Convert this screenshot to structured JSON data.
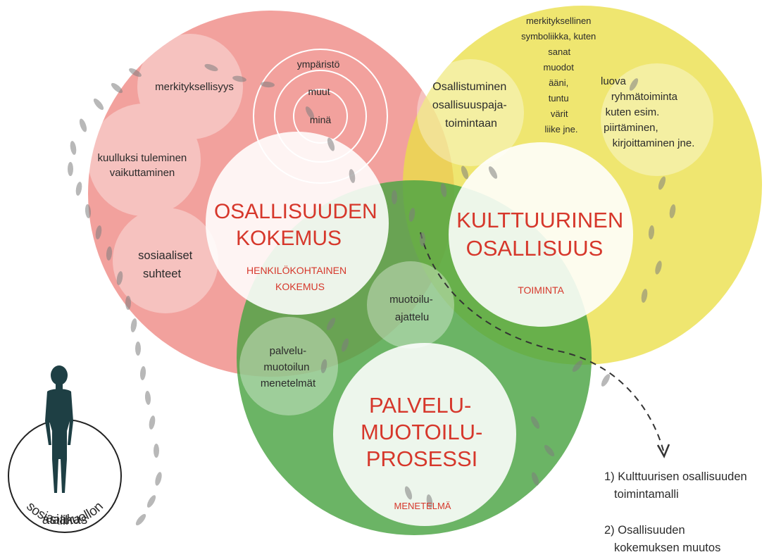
{
  "diagram": {
    "main_circles": [
      {
        "title": [
          "OSALLISUUDEN",
          "KOKEMUS"
        ],
        "subtitle": [
          "HENKILÖKOHTAINEN",
          "KOKEMUS"
        ],
        "color": "#ee8782"
      },
      {
        "title": [
          "KULTTUURINEN",
          "OSALLISUUS"
        ],
        "subtitle": [
          "TOIMINTA"
        ],
        "color": "#eadf48"
      },
      {
        "title": [
          "PALVELU-",
          "MUOTOILU-",
          "PROSESSI"
        ],
        "subtitle": [
          "MENETELMÄ"
        ],
        "color": "#4aa343"
      }
    ],
    "sub_circles": {
      "merkityksellisyys": [
        "merkityksellisyys"
      ],
      "kuulluksi": [
        "kuulluksi tuleminen",
        "vaikuttaminen"
      ],
      "sosiaaliset": [
        "sosiaaliset",
        "suhteet"
      ],
      "osallistuminen": [
        "Osallistuminen",
        "osallisuuspaja-",
        "toimintaan"
      ],
      "luova": [
        "luova",
        "ryhmätoiminta",
        "kuten esim.",
        "piirtäminen,",
        "kirjoittaminen jne."
      ],
      "muotoilu": [
        "muotoilu-",
        "ajattelu"
      ],
      "palvelu": [
        "palvelu-",
        "muotoilun",
        "menetelmät"
      ]
    },
    "rings": [
      "ympäristö",
      "muut",
      "minä"
    ],
    "symbolics": [
      "merkityksellinen",
      "symboliikka, kuten",
      "sanat",
      "muodot",
      "ääni,",
      "tuntu",
      "värit",
      "liike jne."
    ],
    "client": [
      "sosiaalihuollon",
      "asiakas"
    ],
    "outcomes": [
      [
        "1) Kulttuurisen osallisuuden",
        "toimintamalli"
      ],
      [
        "2) Osallisuuden",
        "kokemuksen muutos"
      ]
    ],
    "colors": {
      "accent_red": "#d6372b",
      "red": "#ee8782",
      "yellow": "#eadf48",
      "green": "#4aa343",
      "silhouette": "#1e3f44"
    }
  }
}
